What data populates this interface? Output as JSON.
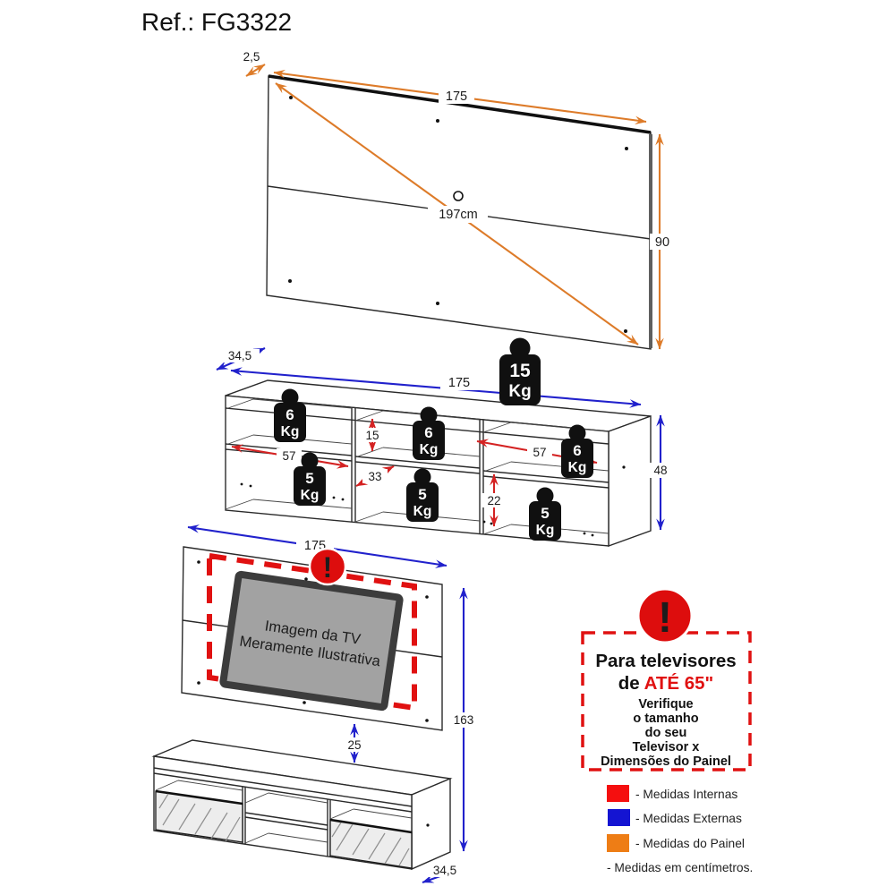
{
  "title": "Ref.: FG3322",
  "colors": {
    "panel_dim_orange": "#DD7B29",
    "external_dim_blue": "#2121CC",
    "internal_dim_red": "#D42222",
    "alert_red": "#E01111",
    "legend_red": "#F50F0F",
    "legend_blue": "#1414D2",
    "legend_orange": "#EE7D15"
  },
  "top_panel": {
    "thickness": "2,5",
    "width": "175",
    "height": "90",
    "diagonal": "197cm",
    "max_weight": {
      "value": "15",
      "unit": "Kg"
    }
  },
  "middle_rack": {
    "depth": "34,5",
    "width": "175",
    "height": "48",
    "internal": {
      "left_width": "57",
      "top_shelf_height": "15",
      "middle_width": "33",
      "right_width": "57",
      "bottom_shelf_height": "22"
    },
    "shelf_top_max_weight": {
      "value": "6",
      "unit": "Kg"
    },
    "shelf_bottom_max_weight": {
      "value": "5",
      "unit": "Kg"
    }
  },
  "assembly": {
    "width": "175",
    "height": "163",
    "gap_panel_rack": "25",
    "depth": "34,5",
    "tv_placeholder": {
      "line1": "Imagem da TV",
      "line2": "Meramente Ilustrativa"
    }
  },
  "warning_box": {
    "exclamation": "!",
    "title1": "Para televisores",
    "de": "de ",
    "size": "ATÉ 65\"",
    "body1": "Verifique",
    "body2": "o tamanho",
    "body3": "do seu",
    "body4": "Televisor x",
    "body5": "Dimensões do Painel"
  },
  "legend": {
    "internas": "- Medidas Internas",
    "externas": "- Medidas Externas",
    "painel": "- Medidas do Painel",
    "note": "- Medidas em centímetros."
  }
}
